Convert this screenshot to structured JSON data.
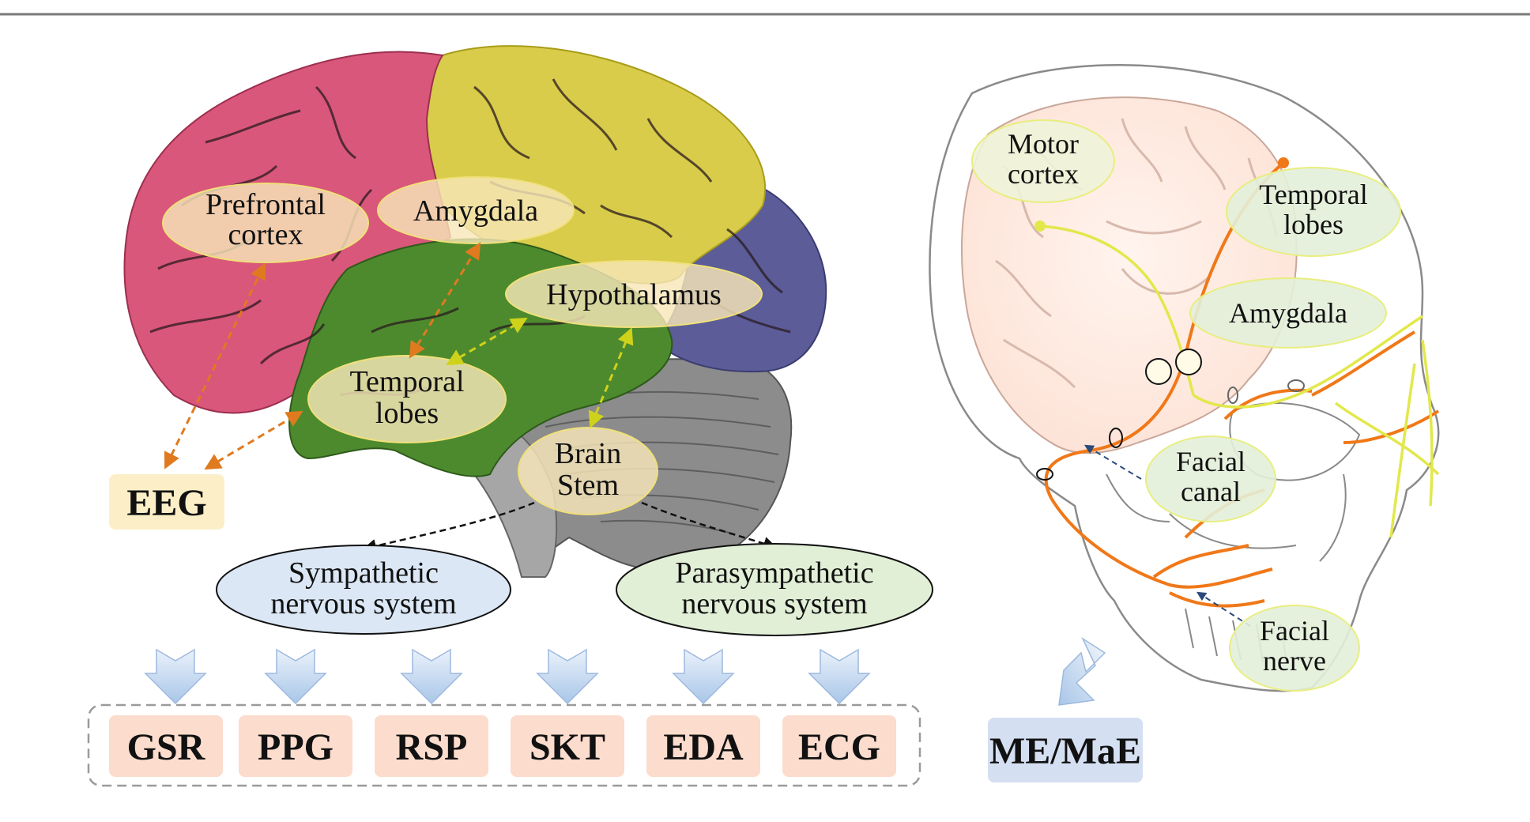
{
  "brain_regions": {
    "prefrontal": [
      "Prefrontal",
      "cortex"
    ],
    "amygdala": "Amygdala",
    "hypothalamus": "Hypothalamus",
    "temporal": [
      "Temporal",
      "lobes"
    ],
    "brainstem": [
      "Brain",
      "Stem"
    ]
  },
  "eeg": "EEG",
  "nervous_systems": {
    "sympathetic": [
      "Sympathetic",
      "nervous system"
    ],
    "parasympathetic": [
      "Parasympathetic",
      "nervous system"
    ]
  },
  "signals": [
    "GSR",
    "PPG",
    "RSP",
    "SKT",
    "EDA",
    "ECG"
  ],
  "head_labels": {
    "motor": [
      "Motor",
      "cortex"
    ],
    "temporal": [
      "Temporal",
      "lobes"
    ],
    "amygdala": "Amygdala",
    "facial_canal": [
      "Facial",
      "canal"
    ],
    "facial_nerve": [
      "Facial",
      "nerve"
    ]
  },
  "me_label": "ME/MaE",
  "colors": {
    "prefrontal_lobe": "#d9577a",
    "parietal_lobe": "#d8cc4a",
    "temporal_lobe": "#4d8a2e",
    "occipital_lobe": "#5b5c98",
    "cerebellum": "#8c8c8c",
    "label_fill": "#f6e7b8",
    "eeg_fill": "#fcefc8",
    "signal_fill": "#fbdccd",
    "me_fill": "#d5dff2",
    "sympathetic_fill": "#dbe7f5",
    "parasympathetic_fill": "#e1efd6",
    "orange_arrow": "#e07a1f",
    "yellow_arrow": "#d3d81a",
    "nerve_orange": "#f07818",
    "nerve_yellow": "#e2e84a"
  }
}
